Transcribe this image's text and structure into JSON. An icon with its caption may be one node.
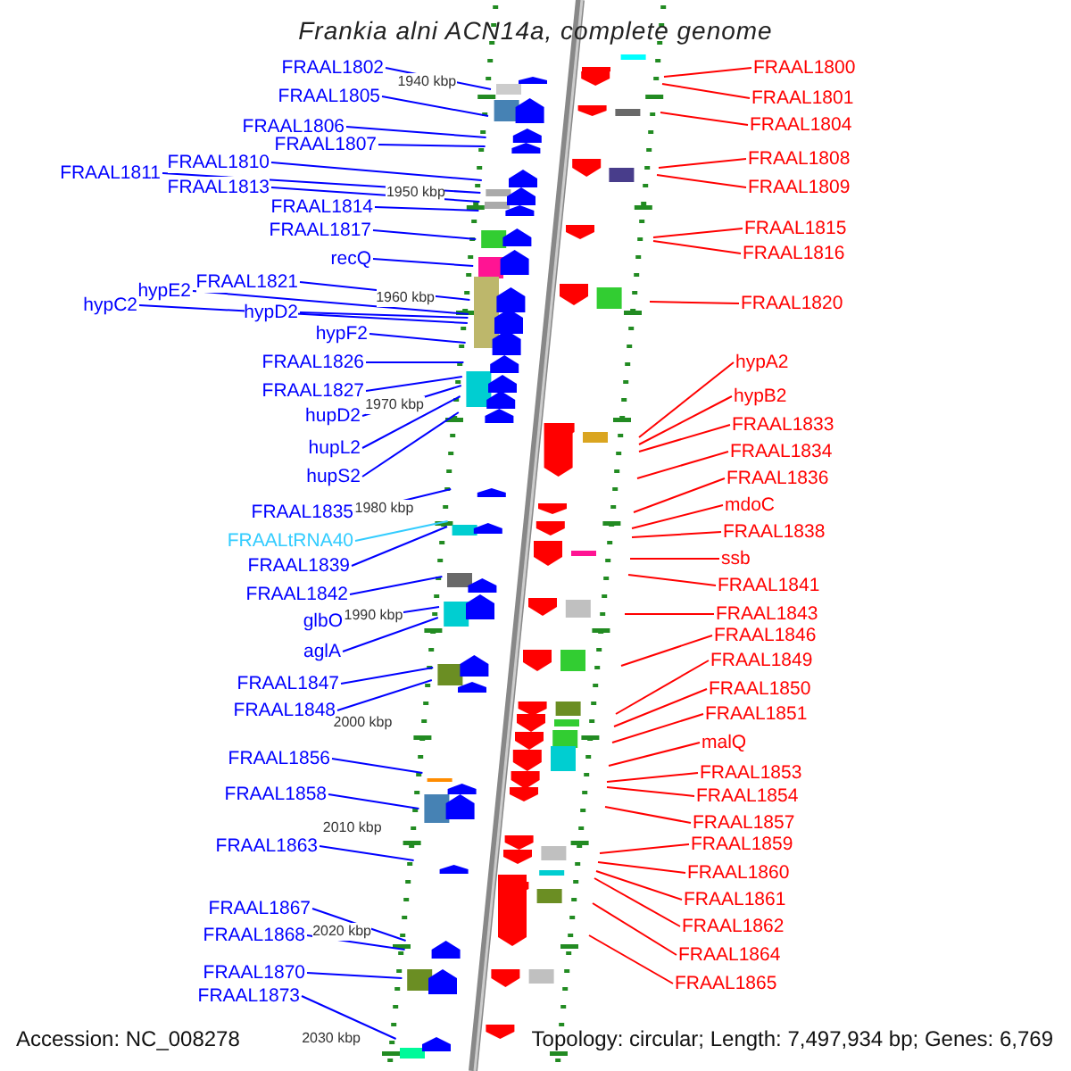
{
  "diagram": {
    "title": "Frankia alni ACN14a, complete genome",
    "nodes": [
      {
        "text": [
          "FRAAL1802"
        ]
      },
      {
        "text": [
          "FRAAL1805"
        ]
      },
      {
        "text": [
          "FRAAL1806"
        ]
      },
      {
        "text": [
          "FRAAL1807"
        ]
      },
      {
        "text": [
          "FRAAL1811"
        ]
      },
      {
        "text": [
          "FRAAL1810"
        ]
      },
      {
        "text": [
          "FRAAL1813"
        ]
      },
      {
        "text": [
          "FRAAL1814"
        ]
      },
      {
        "text": [
          "FRAAL1817"
        ]
      },
      {
        "text": [
          "recQ"
        ]
      },
      {
        "text": [
          "FRAAL1821"
        ]
      },
      {
        "text": [
          "hypE2"
        ]
      },
      {
        "text": [
          "hypC2"
        ]
      },
      {
        "text": [
          "hypD2"
        ]
      },
      {
        "text": [
          "hypF2"
        ]
      },
      {
        "text": [
          "FRAAL1826"
        ]
      },
      {
        "text": [
          "FRAAL1827"
        ]
      },
      {
        "text": [
          "hupD2"
        ]
      },
      {
        "text": [
          "hupL2"
        ]
      },
      {
        "text": [
          "hupS2"
        ]
      },
      {
        "text": [
          "FRAAL1835"
        ]
      },
      {
        "text": [
          "FRAALtRNA40"
        ]
      },
      {
        "text": [
          "FRAAL1839"
        ]
      },
      {
        "text": [
          "FRAAL1842"
        ]
      },
      {
        "text": [
          "glbO"
        ]
      },
      {
        "text": [
          "aglA"
        ]
      },
      {
        "text": [
          "FRAAL1847"
        ]
      },
      {
        "text": [
          "FRAAL1848"
        ]
      },
      {
        "text": [
          "FRAAL1856"
        ]
      },
      {
        "text": [
          "FRAAL1858"
        ]
      },
      {
        "text": [
          "FRAAL1863"
        ]
      },
      {
        "text": [
          "FRAAL1867"
        ]
      },
      {
        "text": [
          "FRAAL1868"
        ]
      },
      {
        "text": [
          "FRAAL1870"
        ]
      },
      {
        "text": [
          "FRAAL1873"
        ]
      },
      {
        "text": [
          "FRAAL1800"
        ]
      },
      {
        "text": [
          "FRAAL1801"
        ]
      },
      {
        "text": [
          "FRAAL1804"
        ]
      },
      {
        "text": [
          "FRAAL1808"
        ]
      },
      {
        "text": [
          "FRAAL1809"
        ]
      },
      {
        "text": [
          "FRAAL1815"
        ]
      },
      {
        "text": [
          "FRAAL1816"
        ]
      },
      {
        "text": [
          "FRAAL1820"
        ]
      },
      {
        "text": [
          "hypA2"
        ]
      },
      {
        "text": [
          "hypB2"
        ]
      },
      {
        "text": [
          "FRAAL1833"
        ]
      },
      {
        "text": [
          "FRAAL1834"
        ]
      },
      {
        "text": [
          "FRAAL1836"
        ]
      },
      {
        "text": [
          "mdoC"
        ]
      },
      {
        "text": [
          "FRAAL1838"
        ]
      },
      {
        "text": [
          "ssb"
        ]
      },
      {
        "text": [
          "FRAAL1841"
        ]
      },
      {
        "text": [
          "FRAAL1843"
        ]
      },
      {
        "text": [
          "FRAAL1846"
        ]
      },
      {
        "text": [
          "FRAAL1849"
        ]
      },
      {
        "text": [
          "FRAAL1850"
        ]
      },
      {
        "text": [
          "FRAAL1851"
        ]
      },
      {
        "text": [
          "malQ"
        ]
      },
      {
        "text": [
          "FRAAL1853"
        ]
      },
      {
        "text": [
          "FRAAL1854"
        ]
      },
      {
        "text": [
          "FRAAL1857"
        ]
      },
      {
        "text": [
          "FRAAL1859"
        ]
      },
      {
        "text": [
          "FRAAL1860"
        ]
      },
      {
        "text": [
          "FRAAL1861"
        ]
      },
      {
        "text": [
          "FRAAL1862"
        ]
      },
      {
        "text": [
          "FRAAL1864"
        ]
      },
      {
        "text": [
          "FRAAL1865"
        ]
      }
    ],
    "edges": [
      {
        "from": 0,
        "to": null,
        "arrow": "none"
      },
      {
        "from": 1,
        "to": null,
        "arrow": "none"
      },
      {
        "from": 2,
        "to": null,
        "arrow": "none"
      },
      {
        "from": 3,
        "to": null,
        "arrow": "none"
      },
      {
        "from": 4,
        "to": null,
        "arrow": "none"
      },
      {
        "from": 5,
        "to": null,
        "arrow": "none"
      },
      {
        "from": 6,
        "to": null,
        "arrow": "none"
      },
      {
        "from": 7,
        "to": null,
        "arrow": "none"
      },
      {
        "from": 8,
        "to": null,
        "arrow": "none"
      },
      {
        "from": 9,
        "to": null,
        "arrow": "none"
      },
      {
        "from": 10,
        "to": null,
        "arrow": "none"
      },
      {
        "from": 11,
        "to": null,
        "arrow": "none"
      },
      {
        "from": 12,
        "to": null,
        "arrow": "none"
      },
      {
        "from": 13,
        "to": null,
        "arrow": "none"
      },
      {
        "from": 14,
        "to": null,
        "arrow": "none"
      },
      {
        "from": 15,
        "to": null,
        "arrow": "none"
      },
      {
        "from": 16,
        "to": null,
        "arrow": "none"
      },
      {
        "from": 17,
        "to": null,
        "arrow": "none"
      },
      {
        "from": 18,
        "to": null,
        "arrow": "none"
      },
      {
        "from": 19,
        "to": null,
        "arrow": "none"
      },
      {
        "from": 20,
        "to": null,
        "arrow": "none"
      },
      {
        "from": 21,
        "to": null,
        "arrow": "none",
        "color": "#33ccff"
      },
      {
        "from": 22,
        "to": null,
        "arrow": "none"
      },
      {
        "from": 23,
        "to": null,
        "arrow": "none"
      },
      {
        "from": 24,
        "to": null,
        "arrow": "none"
      },
      {
        "from": 25,
        "to": null,
        "arrow": "none"
      },
      {
        "from": 26,
        "to": null,
        "arrow": "none"
      },
      {
        "from": 27,
        "to": null,
        "arrow": "none"
      },
      {
        "from": 28,
        "to": null,
        "arrow": "none"
      },
      {
        "from": 29,
        "to": null,
        "arrow": "none"
      },
      {
        "from": 30,
        "to": null,
        "arrow": "none"
      },
      {
        "from": 31,
        "to": null,
        "arrow": "none"
      },
      {
        "from": 32,
        "to": null,
        "arrow": "none"
      },
      {
        "from": 33,
        "to": null,
        "arrow": "none"
      },
      {
        "from": 34,
        "to": null,
        "arrow": "none"
      },
      {
        "from": 35,
        "to": null,
        "arrow": "none",
        "color": "#ff0000"
      },
      {
        "from": 36,
        "to": null,
        "arrow": "none",
        "color": "#ff0000"
      },
      {
        "from": 37,
        "to": null,
        "arrow": "none",
        "color": "#ff0000"
      },
      {
        "from": 38,
        "to": null,
        "arrow": "none",
        "color": "#ff0000"
      },
      {
        "from": 39,
        "to": null,
        "arrow": "none",
        "color": "#ff0000"
      },
      {
        "from": 40,
        "to": null,
        "arrow": "none",
        "color": "#ff0000"
      },
      {
        "from": 41,
        "to": null,
        "arrow": "none",
        "color": "#ff0000"
      },
      {
        "from": 42,
        "to": null,
        "arrow": "none",
        "color": "#ff0000"
      },
      {
        "from": 43,
        "to": null,
        "arrow": "none",
        "color": "#ff0000"
      },
      {
        "from": 44,
        "to": null,
        "arrow": "none",
        "color": "#ff0000"
      },
      {
        "from": 45,
        "to": null,
        "arrow": "none",
        "color": "#ff0000"
      },
      {
        "from": 46,
        "to": null,
        "arrow": "none",
        "color": "#ff0000"
      },
      {
        "from": 47,
        "to": null,
        "arrow": "none",
        "color": "#ff0000"
      },
      {
        "from": 48,
        "to": null,
        "arrow": "none",
        "color": "#ff0000"
      },
      {
        "from": 49,
        "to": null,
        "arrow": "none",
        "color": "#ff0000"
      },
      {
        "from": 50,
        "to": null,
        "arrow": "none",
        "color": "#ff0000"
      },
      {
        "from": 51,
        "to": null,
        "arrow": "none",
        "color": "#ff0000"
      },
      {
        "from": 52,
        "to": null,
        "arrow": "none",
        "color": "#ff0000"
      },
      {
        "from": 53,
        "to": null,
        "arrow": "none",
        "color": "#ff0000"
      },
      {
        "from": 54,
        "to": null,
        "arrow": "none",
        "color": "#ff0000"
      },
      {
        "from": 55,
        "to": null,
        "arrow": "none",
        "color": "#ff0000"
      },
      {
        "from": 56,
        "to": null,
        "arrow": "none",
        "color": "#ff0000"
      },
      {
        "from": 57,
        "to": null,
        "arrow": "none",
        "color": "#ff0000"
      },
      {
        "from": 58,
        "to": null,
        "arrow": "none",
        "color": "#ff0000"
      },
      {
        "from": 59,
        "to": null,
        "arrow": "none",
        "color": "#ff0000"
      },
      {
        "from": 60,
        "to": null,
        "arrow": "none",
        "color": "#ff0000"
      },
      {
        "from": 61,
        "to": null,
        "arrow": "none",
        "color": "#ff0000"
      },
      {
        "from": 62,
        "to": null,
        "arrow": "none",
        "color": "#ff0000"
      },
      {
        "from": 63,
        "to": null,
        "arrow": "none",
        "color": "#ff0000"
      },
      {
        "from": 64,
        "to": null,
        "arrow": "none",
        "color": "#ff0000"
      },
      {
        "from": 65,
        "to": null,
        "arrow": "none",
        "color": "#ff0000"
      },
      {
        "from": 66,
        "to": null,
        "arrow": "none",
        "color": "#ff0000"
      }
    ],
    "labels": [
      "1940 kbp",
      "1950 kbp",
      "1960 kbp",
      "1970 kbp",
      "1980 kbp",
      "1990 kbp",
      "2000 kbp",
      "2010 kbp",
      "2020 kbp",
      "2030 kbp",
      "Accession: NC_008278",
      "Topology: circular; Length: 7,497,934 bp; Genes: 6,769"
    ]
  }
}
